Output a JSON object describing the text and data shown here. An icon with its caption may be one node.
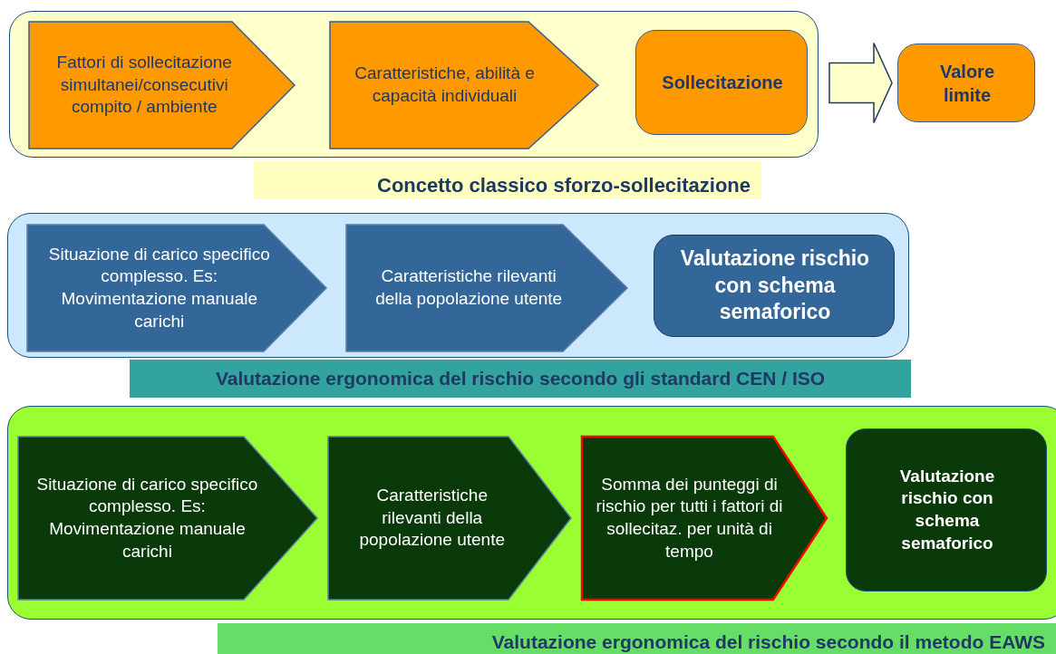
{
  "diagram": {
    "nodes": [
      {
        "text": [],
        "shape": "box"
      },
      {
        "text": [
          "Fattori di sollecitazione simultanei/consecutivi compito / ambiente"
        ],
        "in": 0
      },
      {
        "text": [
          "Caratteristiche, abilità e capacità individuali"
        ],
        "in": 0
      },
      {
        "text": [
          "Sollecitazione"
        ],
        "in": 0
      },
      {
        "text": [
          "Valore limite"
        ]
      },
      {
        "text": [
          "Concetto classico sforzo-sollecitazione"
        ]
      },
      {
        "text": [],
        "shape": "box"
      },
      {
        "text": [
          "Situazione di carico specifico complesso. Es: Movimentazione manuale carichi"
        ],
        "in": 6
      },
      {
        "text": [
          "Caratteristiche rilevanti della popolazione utente"
        ],
        "in": 6
      },
      {
        "text": [
          "Valutazione rischio con schema semaforico"
        ],
        "in": 6
      },
      {
        "text": [
          "Valutazione ergonomica del rischio secondo gli standard CEN / ISO"
        ]
      },
      {
        "text": [],
        "shape": "box"
      },
      {
        "text": [
          "Situazione di carico specifico complesso. Es: Movimentazione manuale carichi"
        ],
        "in": 11
      },
      {
        "text": [
          "Caratteristiche rilevanti della popolazione utente"
        ],
        "in": 11
      },
      {
        "text": [
          "Somma dei punteggi di rischio per tutti i fattori di sollecitaz. per unità di tempo"
        ],
        "in": 11
      },
      {
        "text": [
          "Valutazione rischio con schema semaforico"
        ],
        "in": 11
      },
      {
        "text": [
          "Valutazione ergonomica del rischio secondo il metodo EAWS"
        ]
      }
    ],
    "edges": [
      {
        "from": 0,
        "to": 4,
        "arrow": "to"
      }
    ]
  }
}
